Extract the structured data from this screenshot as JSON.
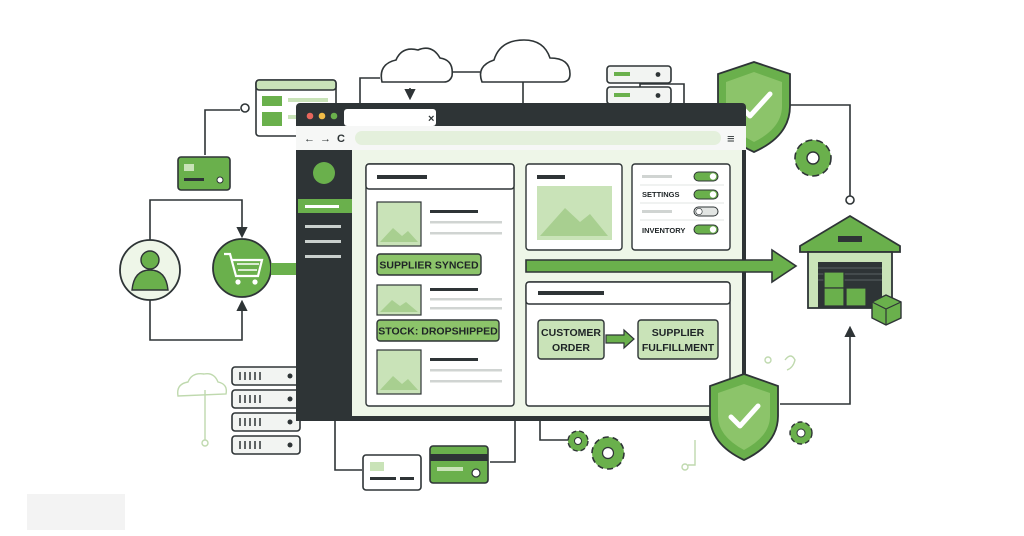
{
  "labels": {
    "supplier_synced": "SUPPLIER SYNCED",
    "stock_dropshipped": "STOCK: DROPSHIPPED",
    "settings": "SETTINGS",
    "inventory": "INVENTORY",
    "customer_order_line1": "CUSTOMER",
    "customer_order_line2": "ORDER",
    "supplier_fulfillment_line1": "SUPPLIER",
    "supplier_fulfillment_line2": "FULFILLMENT"
  },
  "browser": {
    "close_glyph": "×",
    "menu_glyph": "≡"
  },
  "colors": {
    "green": "#6ab04c",
    "green_light": "#c9e3b8",
    "green_pale": "#eef6e8",
    "dark": "#2e3436",
    "gray": "#d0d4d2"
  },
  "icons": {
    "customer": "user-icon",
    "cart": "shopping-cart-icon",
    "warehouse": "warehouse-icon",
    "shield": "shield-check-icon",
    "gear": "gear-icon",
    "cloud": "cloud-icon",
    "server": "server-icon",
    "card": "credit-card-icon"
  }
}
